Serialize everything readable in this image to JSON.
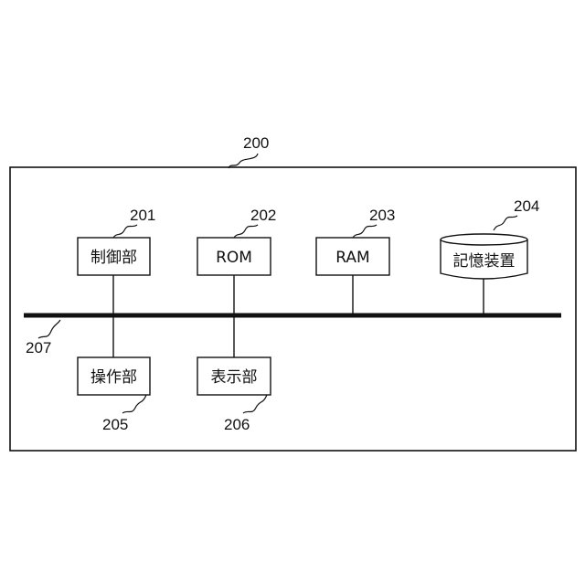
{
  "diagram": {
    "outer_ref": "200",
    "bus_ref": "207",
    "blocks": {
      "control": {
        "label": "制御部",
        "ref": "201"
      },
      "rom": {
        "label": "ROM",
        "ref": "202"
      },
      "ram": {
        "label": "RAM",
        "ref": "203"
      },
      "storage": {
        "label": "記憶装置",
        "ref": "204"
      },
      "operation": {
        "label": "操作部",
        "ref": "205"
      },
      "display": {
        "label": "表示部",
        "ref": "206"
      }
    }
  },
  "colors": {
    "line": "#111111",
    "background": "#ffffff"
  }
}
